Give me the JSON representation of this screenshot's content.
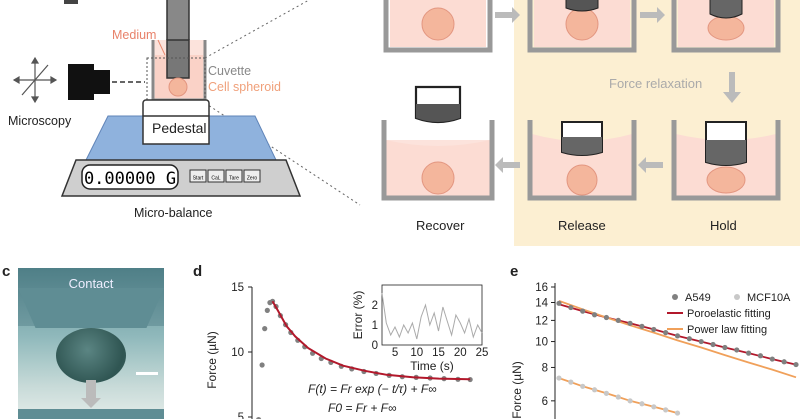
{
  "panel_a": {
    "medium_label": "Medium",
    "cuvette_label": "Cuvette",
    "cell_spheroid_label": "Cell spheroid",
    "microscopy_label": "Microscopy",
    "pedestal_label": "Pedestal",
    "microbalance_label": "Micro-balance",
    "display_value": "0.00000 G",
    "buttons": [
      "Start",
      "CaL",
      "Tare",
      "Zero"
    ]
  },
  "panel_b": {
    "force_relaxation_label": "Force relaxation",
    "steps": [
      "Recover",
      "Release",
      "Hold"
    ]
  },
  "panel_c": {
    "letter": "c",
    "contact_label": "Contact"
  },
  "panel_d": {
    "letter": "d",
    "equation_1": "F(t) = Fr exp (− t/τ) + F∞",
    "equation_2": "F0 = Fr + F∞"
  },
  "panel_e": {
    "letter": "e"
  },
  "colors": {
    "fit_red": "#b2182b",
    "fit_orange": "#f0a05a",
    "data_grey": "#808080",
    "data_light": "#c8c8c8",
    "highlight_bg": "#fcefd2",
    "spheroid": "#f4b69c"
  },
  "chart_data": [
    {
      "type": "scatter",
      "panel": "d",
      "title": "",
      "ylabel": "Force (µN)",
      "xlabel": "",
      "ylim": [
        4,
        15
      ],
      "yticks": [
        5,
        10,
        15
      ],
      "series": [
        {
          "name": "",
          "x": [
            0.3,
            0.7,
            1.0,
            1.3,
            1.6,
            1.9,
            2.3,
            2.8,
            3.4,
            4.0,
            4.8,
            5.6,
            6.5,
            7.5,
            8.6,
            9.8,
            11,
            12.4,
            13.8,
            15.3,
            16.8,
            18.4,
            20,
            21.6,
            23.2,
            24.6
          ],
          "values": [
            4.8,
            9.0,
            11.8,
            13.2,
            13.8,
            13.9,
            13.5,
            12.8,
            12.1,
            11.5,
            10.9,
            10.4,
            9.9,
            9.5,
            9.2,
            8.9,
            8.7,
            8.5,
            8.35,
            8.2,
            8.1,
            8.05,
            8.0,
            7.95,
            7.9,
            7.88
          ]
        },
        {
          "name": "",
          "x": [
            1.9,
            2.5,
            3.5,
            4.5,
            6,
            8,
            10,
            12.5,
            15,
            18,
            21,
            24.6
          ],
          "values": [
            13.9,
            13.2,
            12.0,
            11.2,
            10.3,
            9.5,
            8.95,
            8.55,
            8.25,
            8.05,
            7.95,
            7.9
          ]
        }
      ],
      "inset": {
        "type": "line",
        "xlabel": "Time (s)",
        "ylabel": "Error (%)",
        "xticks": [
          5,
          10,
          15,
          20,
          25
        ],
        "yticks": [
          0,
          1,
          2
        ],
        "xlim": [
          2,
          25
        ],
        "ylim": [
          0,
          3
        ],
        "x": [
          2,
          3,
          4,
          5,
          6,
          7,
          8,
          9,
          10,
          11,
          12,
          13,
          14,
          15,
          16,
          17,
          18,
          19,
          20,
          21,
          22,
          23,
          24,
          25
        ],
        "values": [
          2.6,
          1.1,
          0.5,
          0.9,
          0.4,
          1.0,
          0.6,
          1.1,
          0.3,
          1.4,
          2.0,
          1.0,
          1.6,
          0.7,
          1.9,
          1.2,
          0.5,
          1.5,
          1.1,
          0.6,
          1.3,
          0.4,
          1.0,
          0.6
        ]
      }
    },
    {
      "type": "scatter",
      "panel": "e",
      "title": "",
      "ylabel": "Force (µN)",
      "xlabel": "",
      "log_y": true,
      "ylim": [
        5,
        16
      ],
      "yticks": [
        6,
        8,
        10,
        12,
        14,
        16
      ],
      "legend_placement": "top-right",
      "series": [
        {
          "name": "A549",
          "kind": "points",
          "x": [
            0,
            0.05,
            0.1,
            0.15,
            0.2,
            0.25,
            0.3,
            0.35,
            0.4,
            0.45,
            0.5,
            0.55,
            0.6,
            0.65,
            0.7,
            0.75,
            0.8,
            0.85,
            0.9,
            0.95,
            1.0
          ],
          "values": [
            13.9,
            13.4,
            13.0,
            12.6,
            12.3,
            12.0,
            11.7,
            11.4,
            11.1,
            10.8,
            10.5,
            10.25,
            10.0,
            9.75,
            9.5,
            9.3,
            9.05,
            8.85,
            8.6,
            8.4,
            8.2
          ]
        },
        {
          "name": "MCF10A",
          "kind": "points",
          "x": [
            0,
            0.05,
            0.1,
            0.15,
            0.2,
            0.25,
            0.3,
            0.35,
            0.4,
            0.45,
            0.5
          ],
          "values": [
            7.3,
            7.05,
            6.8,
            6.6,
            6.4,
            6.2,
            6.0,
            5.85,
            5.7,
            5.55,
            5.4
          ]
        },
        {
          "name": "Poroelastic fitting",
          "kind": "line",
          "x": [
            0,
            0.1,
            0.2,
            0.3,
            0.4,
            0.5,
            0.6,
            0.7,
            0.8,
            0.9,
            1.0
          ],
          "values": [
            13.8,
            13.0,
            12.3,
            11.7,
            11.1,
            10.5,
            10.0,
            9.5,
            9.05,
            8.6,
            8.2
          ]
        },
        {
          "name": "Power law fitting",
          "kind": "line",
          "x": [
            0,
            0.1,
            0.2,
            0.3,
            0.4,
            0.5,
            0.6,
            0.7,
            0.8,
            0.9,
            1.0
          ],
          "values": [
            14.2,
            13.2,
            12.3,
            11.5,
            10.8,
            10.1,
            9.5,
            8.9,
            8.35,
            7.85,
            7.35
          ]
        }
      ]
    }
  ]
}
